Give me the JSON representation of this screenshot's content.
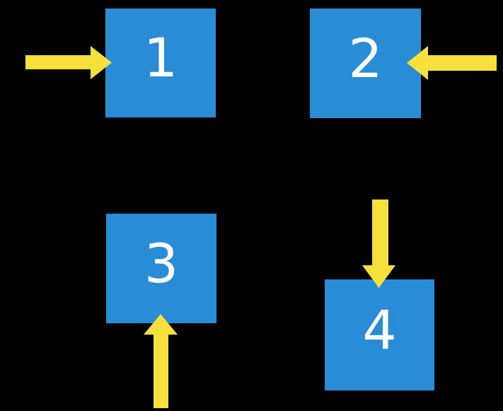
{
  "diagram": {
    "background_color": "#000000",
    "square_color": "#2A8CD4",
    "arrow_color": "#F6E13C",
    "label_color": "#FFFFFF",
    "squares": [
      {
        "label": "1",
        "arrow_icon": "arrow-right-icon",
        "arrow_points_from": "left",
        "position": "top-left"
      },
      {
        "label": "2",
        "arrow_icon": "arrow-left-icon",
        "arrow_points_from": "right",
        "position": "top-right"
      },
      {
        "label": "3",
        "arrow_icon": "arrow-up-icon",
        "arrow_points_from": "bottom",
        "position": "bottom-left"
      },
      {
        "label": "4",
        "arrow_icon": "arrow-down-icon",
        "arrow_points_from": "top",
        "position": "bottom-right"
      }
    ]
  }
}
